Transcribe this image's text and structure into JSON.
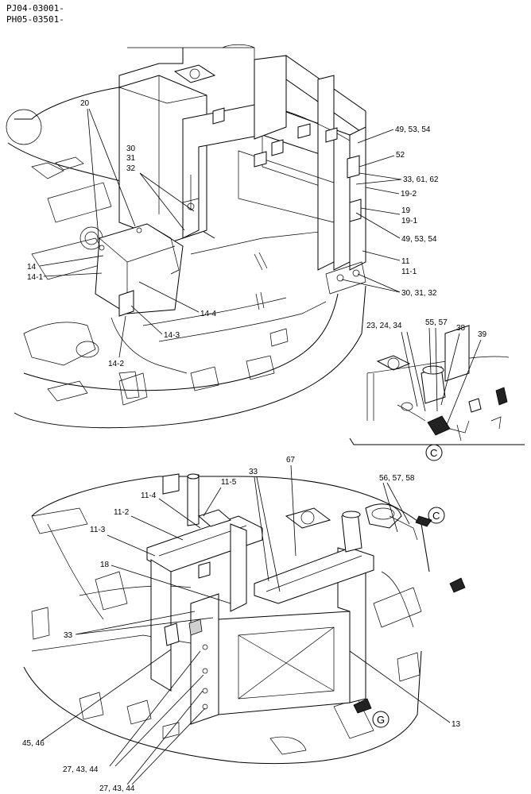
{
  "header": {
    "serial_range_1": "PJ04-03001-",
    "serial_range_2": "PH05-03501-"
  },
  "view_labels": {
    "detail_c": "C",
    "detail_g": "G"
  },
  "top_view": {
    "callouts": [
      "20",
      "30",
      "31",
      "32",
      "49, 53, 54",
      "52",
      "33, 61, 62",
      "19-2",
      "19",
      "19-1",
      "49, 53, 54",
      "11",
      "11-1",
      "30, 31, 32",
      "14",
      "14-1",
      "14-4",
      "14-3",
      "14-2"
    ]
  },
  "detail_view": {
    "callouts": [
      "23, 24, 34",
      "55, 57",
      "38",
      "39"
    ]
  },
  "bottom_view": {
    "callouts": [
      "33",
      "67",
      "11-5",
      "11-4",
      "11-2",
      "11-3",
      "56, 57, 58",
      "18",
      "33",
      "13",
      "45, 46",
      "27, 43, 44",
      "27, 43, 44"
    ]
  }
}
